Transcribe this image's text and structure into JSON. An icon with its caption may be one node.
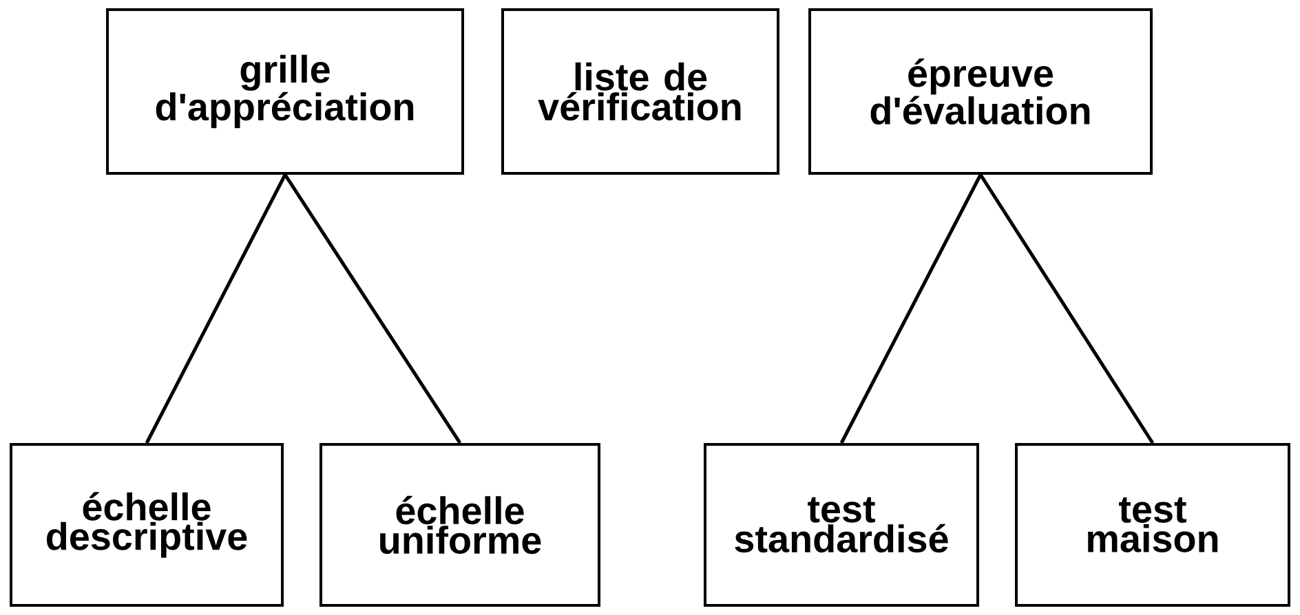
{
  "diagram": {
    "nodes": [
      {
        "text": [
          "grille d'appréciation"
        ]
      },
      {
        "text": [
          "liste de vérification"
        ]
      },
      {
        "text": [
          "épreuve d'évaluation"
        ]
      },
      {
        "text": [
          "échelle descriptive"
        ]
      },
      {
        "text": [
          "échelle uniforme"
        ]
      },
      {
        "text": [
          "test standardisé"
        ]
      },
      {
        "text": [
          "test maison"
        ]
      }
    ],
    "edges": [
      {
        "from": 0,
        "to": 3,
        "arrow": "none"
      },
      {
        "from": 0,
        "to": 4,
        "arrow": "none"
      },
      {
        "from": 2,
        "to": 5,
        "arrow": "none"
      },
      {
        "from": 2,
        "to": 6,
        "arrow": "none"
      }
    ]
  }
}
